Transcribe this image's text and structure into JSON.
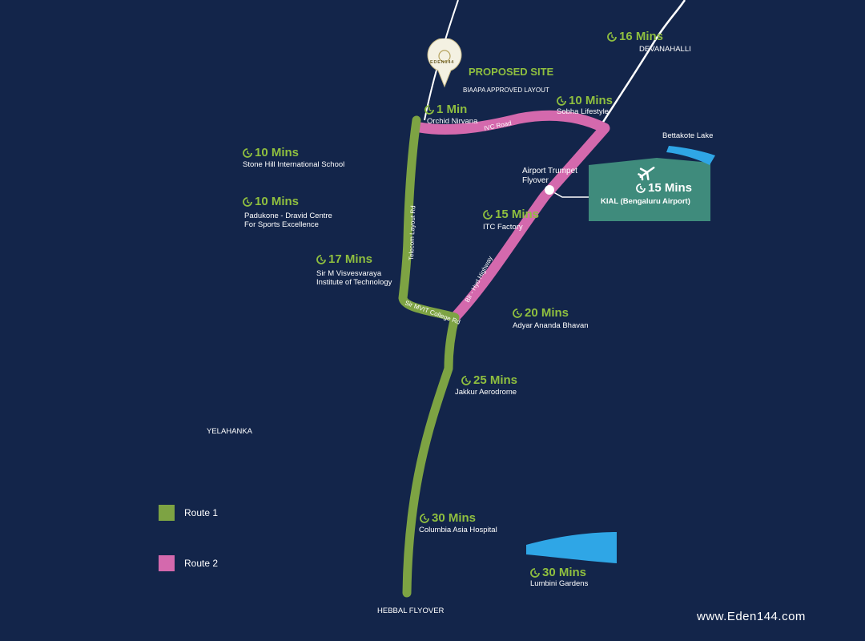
{
  "colors": {
    "background": "#13254a",
    "route1": "#7da343",
    "route2": "#d469ad",
    "time_text": "#8fbf3f",
    "airport_box": "#3f8b7c",
    "lake": "#2fa6e6"
  },
  "logo": {
    "text": "EDEN144"
  },
  "proposed_site": {
    "title": "PROPOSED SITE",
    "subtitle": "BIAAPA APPROVED LAYOUT"
  },
  "places": {
    "orchid": {
      "time": "1 Min",
      "name": "Orchid Nirvana"
    },
    "sobha": {
      "time": "10 Mins",
      "name": "Sobha Lifestyle"
    },
    "devanahalli": {
      "time": "16 Mins",
      "name": "DEVANAHALLI"
    },
    "stonehill": {
      "time": "10 Mins",
      "name": "Stone Hill International School"
    },
    "padukone": {
      "time": "10 Mins",
      "name_line1": "Padukone - Dravid Centre",
      "name_line2": "For Sports Excellence"
    },
    "mvit": {
      "time": "17 Mins",
      "name_line1": "Sir M Visvesvaraya",
      "name_line2": "Institute of Technology"
    },
    "itc": {
      "time": "15 Mins",
      "name": "ITC Factory"
    },
    "adyar": {
      "time": "20 Mins",
      "name": "Adyar Ananda Bhavan"
    },
    "jakkur": {
      "time": "25 Mins",
      "name": "Jakkur Aerodrome"
    },
    "columbia": {
      "time": "30 Mins",
      "name": "Columbia Asia Hospital"
    },
    "lumbini": {
      "time": "30 Mins",
      "name": "Lumbini Gardens"
    },
    "kial": {
      "time": "15 Mins",
      "name": "KIAL (Bengaluru Airport)"
    }
  },
  "labels": {
    "bettakote": "Bettakote Lake",
    "trumpet_line1": "Airport Trumpet",
    "trumpet_line2": "Flyover",
    "yelahanka": "YELAHANKA",
    "hebbal": "HEBBAL FLYOVER"
  },
  "roads": {
    "ivc": "IVC Road",
    "telecom": "Telecom Layout Rd",
    "mvit_college": "Sir MVIT College Rd",
    "blr_hyd": "Blr - Hyd Highway"
  },
  "legend": [
    {
      "label": "Route 1",
      "color": "#7da343"
    },
    {
      "label": "Route 2",
      "color": "#d469ad"
    }
  ],
  "website": "www.Eden144.com"
}
